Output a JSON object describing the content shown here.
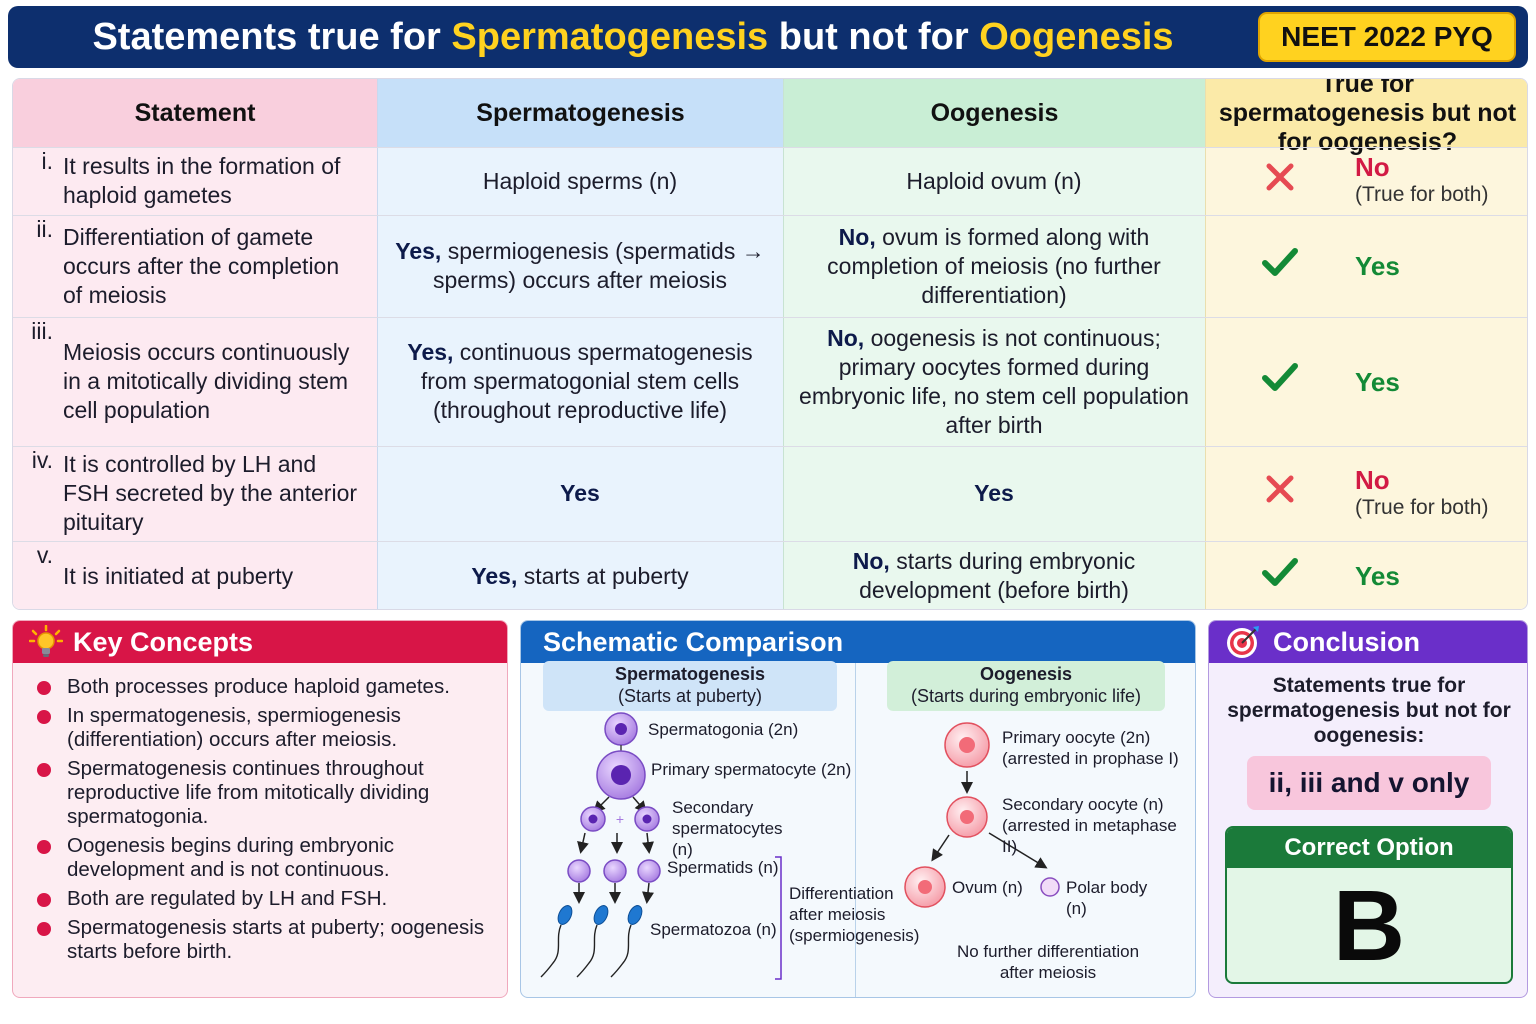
{
  "banner": {
    "title_part1": "Statements true for ",
    "title_hl1": "Spermatogenesis",
    "title_part2": " but not for ",
    "title_hl2": "Oogenesis",
    "badge": "NEET 2022 PYQ"
  },
  "table": {
    "headers": {
      "statement": "Statement",
      "spermatogenesis": "Spermatogenesis",
      "oogenesis": "Oogenesis",
      "verdict": "True for spermatogenesis but not for oogenesis?"
    },
    "rows": [
      {
        "num": "i.",
        "statement": "It results in the formation of haploid gametes",
        "sperm_bold": "",
        "sperm_text": "Haploid sperms (n)",
        "oog_bold": "",
        "oog_text": "Haploid ovum (n)",
        "verdict": "No",
        "verdict_note": "(True for both)",
        "mark": "cross-icon"
      },
      {
        "num": "ii.",
        "statement": "Differentiation of gamete occurs after the completion of meiosis",
        "sperm_bold": "Yes,",
        "sperm_text": " spermiogenesis (spermatids → sperms) occurs after meiosis",
        "oog_bold": "No,",
        "oog_text": " ovum is formed along with completion of meiosis (no further differentiation)",
        "verdict": "Yes",
        "verdict_note": "",
        "mark": "check-icon"
      },
      {
        "num": "iii.",
        "statement": "Meiosis occurs continuously in a mitotically dividing stem cell population",
        "sperm_bold": "Yes,",
        "sperm_text": " continuous spermatogenesis from spermatogonial stem cells (throughout reproductive life)",
        "oog_bold": "No,",
        "oog_text": " oogenesis is not continuous; primary oocytes formed during embryonic life, no stem cell population after birth",
        "verdict": "Yes",
        "verdict_note": "",
        "mark": "check-icon"
      },
      {
        "num": "iv.",
        "statement": "It is controlled by LH and FSH secreted by the anterior pituitary",
        "sperm_bold": "Yes",
        "sperm_text": "",
        "oog_bold": "Yes",
        "oog_text": "",
        "verdict": "No",
        "verdict_note": "(True for both)",
        "mark": "cross-icon"
      },
      {
        "num": "v.",
        "statement": "It is initiated at puberty",
        "sperm_bold": "Yes,",
        "sperm_text": " starts at puberty",
        "oog_bold": "No,",
        "oog_text": " starts during embryonic development (before birth)",
        "verdict": "Yes",
        "verdict_note": "",
        "mark": "check-icon"
      }
    ]
  },
  "key_concepts": {
    "title": "Key Concepts",
    "items": [
      "Both processes produce haploid gametes.",
      "In spermatogenesis, spermiogenesis (differentiation) occurs after meiosis.",
      "Spermatogenesis continues throughout reproductive life from mitotically dividing spermatogonia.",
      "Oogenesis begins during embryonic development and is not continuous.",
      "Both are regulated by LH and FSH.",
      "Spermatogenesis starts at puberty; oogenesis starts before birth."
    ]
  },
  "schematic": {
    "title": "Schematic Comparison",
    "sperm_caption_title": "Spermatogenesis",
    "sperm_caption_sub": "(Starts at puberty)",
    "oog_caption_title": "Oogenesis",
    "oog_caption_sub": "(Starts during embryonic life)",
    "sperm_labels": {
      "spermatogonia": "Spermatogonia (2n)",
      "primary": "Primary spermatocyte (2n)",
      "secondary": "Secondary spermatocytes (n)",
      "spermatids": "Spermatids (n)",
      "spermatozoa": "Spermatozoa (n)",
      "differentiation": "Differentiation after meiosis (spermiogenesis)"
    },
    "oog_labels": {
      "primary": "Primary oocyte (2n) (arrested in prophase I)",
      "secondary": "Secondary oocyte (n) (arrested in metaphase II)",
      "ovum": "Ovum (n)",
      "polar": "Polar body (n)",
      "note": "No further differentiation after meiosis"
    }
  },
  "conclusion": {
    "title": "Conclusion",
    "text": "Statements true for spermatogenesis but not for oogenesis:",
    "answer": "ii, iii and v only",
    "option_title": "Correct Option",
    "option": "B"
  },
  "colors": {
    "banner": "#0d2f6e",
    "highlight": "#ffd21f",
    "no": "#d21a44",
    "yes": "#138a36",
    "key_concepts": "#d81547",
    "schematic": "#1565c0",
    "conclusion": "#6a2fc9"
  }
}
